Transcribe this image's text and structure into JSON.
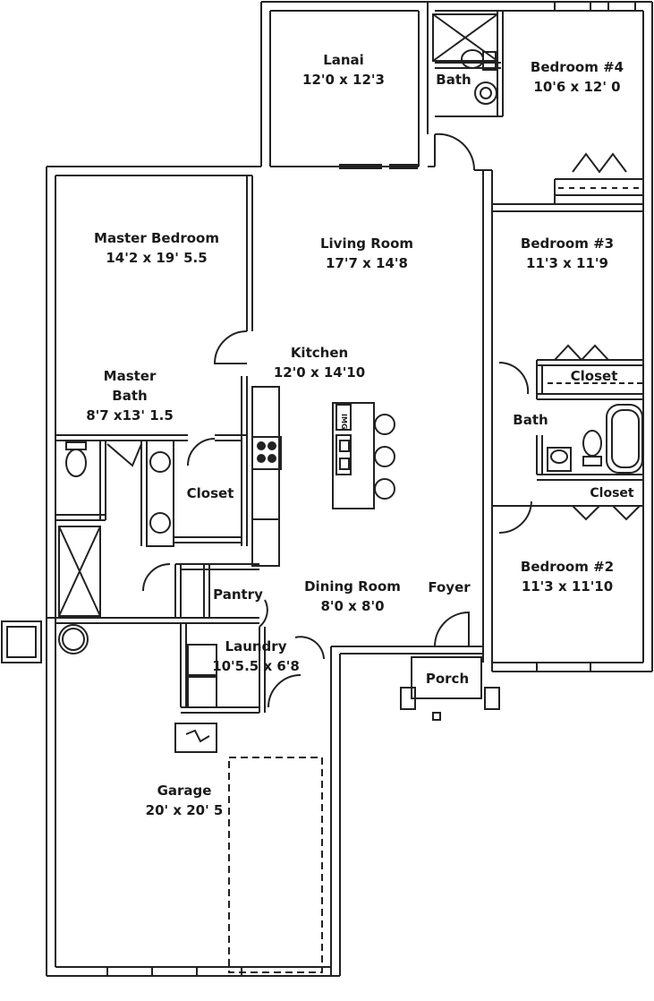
{
  "rooms": {
    "lanai": {
      "name": "Lanai",
      "size": "12'0 x 12'3"
    },
    "bath_top": {
      "name": "Bath"
    },
    "bedroom4": {
      "name": "Bedroom #4",
      "size": "10'6 x 12' 0"
    },
    "master_bedroom": {
      "name": "Master Bedroom",
      "size": "14'2 x 19' 5.5"
    },
    "living_room": {
      "name": "Living Room",
      "size": "17'7 x 14'8"
    },
    "bedroom3": {
      "name": "Bedroom #3",
      "size": "11'3 x 11'9"
    },
    "kitchen": {
      "name": "Kitchen",
      "size": "12'0 x 14'10"
    },
    "master_bath": {
      "name_line1": "Master",
      "name_line2": "Bath",
      "size": "8'7 x13' 1.5"
    },
    "closet_top_right": {
      "name": "Closet"
    },
    "bath_right": {
      "name": "Bath"
    },
    "closet_master": {
      "name": "Closet"
    },
    "closet_bottom_right": {
      "name": "Closet"
    },
    "bedroom2": {
      "name": "Bedroom #2",
      "size": "11'3 x 11'10"
    },
    "pantry": {
      "name": "Pantry"
    },
    "dining_room": {
      "name": "Dining Room",
      "size": "8'0 x 8'0"
    },
    "foyer": {
      "name": "Foyer"
    },
    "laundry": {
      "name": "Laundry",
      "size": "10'5.5 x 6'8"
    },
    "porch": {
      "name": "Porch"
    },
    "garage": {
      "name": "Garage",
      "size": "20' x 20' 5"
    }
  },
  "appliance_text": "IMG",
  "colors": {
    "wall": "#222222",
    "background": "#ffffff",
    "text": "#1a1a1a"
  }
}
